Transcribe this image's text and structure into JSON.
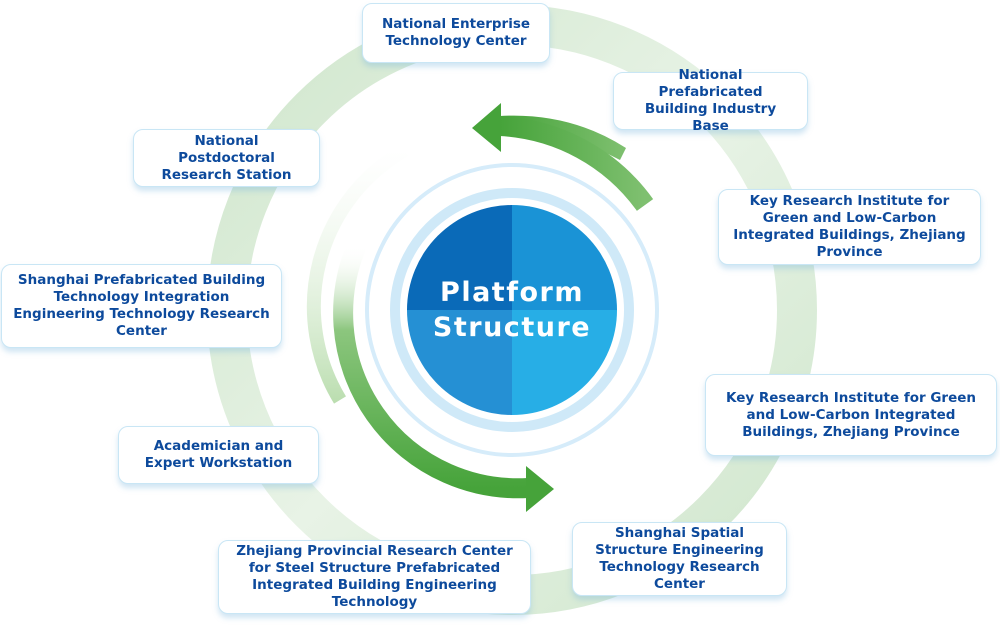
{
  "center": {
    "title_line1": "Platform",
    "title_line2": "Structure"
  },
  "colors": {
    "node_text": "#0d4a9c",
    "center_blue_dark": "#0a6ab8",
    "center_blue_light": "#27aee6",
    "ring_light_blue": "#cfe9f8",
    "outer_ring_green": "#cfe6cc",
    "arrow_green": "#4fa63f"
  },
  "nodes": [
    {
      "id": "national-enterprise-tech-center",
      "label": "National Enterprise Technology Center"
    },
    {
      "id": "national-prefab-industry-base",
      "label": "National Prefabricated Building Industry Base"
    },
    {
      "id": "key-research-institute-1",
      "label": "Key Research Institute for Green and Low-Carbon Integrated Buildings, Zhejiang Province"
    },
    {
      "id": "key-research-institute-2",
      "label": "Key Research Institute for Green and Low-Carbon Integrated Buildings, Zhejiang Province"
    },
    {
      "id": "shanghai-spatial-structure",
      "label": "Shanghai Spatial Structure Engineering Technology Research Center"
    },
    {
      "id": "zhejiang-steel-structure",
      "label": "Zhejiang Provincial Research Center for Steel Structure Prefabricated Integrated Building Engineering Technology"
    },
    {
      "id": "academician-workstation",
      "label": "Academician and Expert Workstation"
    },
    {
      "id": "shanghai-prefab-integration",
      "label": "Shanghai Prefabricated Building Technology Integration Engineering Technology Research Center"
    },
    {
      "id": "national-postdoctoral-station",
      "label": "National Postdoctoral Research Station"
    }
  ]
}
